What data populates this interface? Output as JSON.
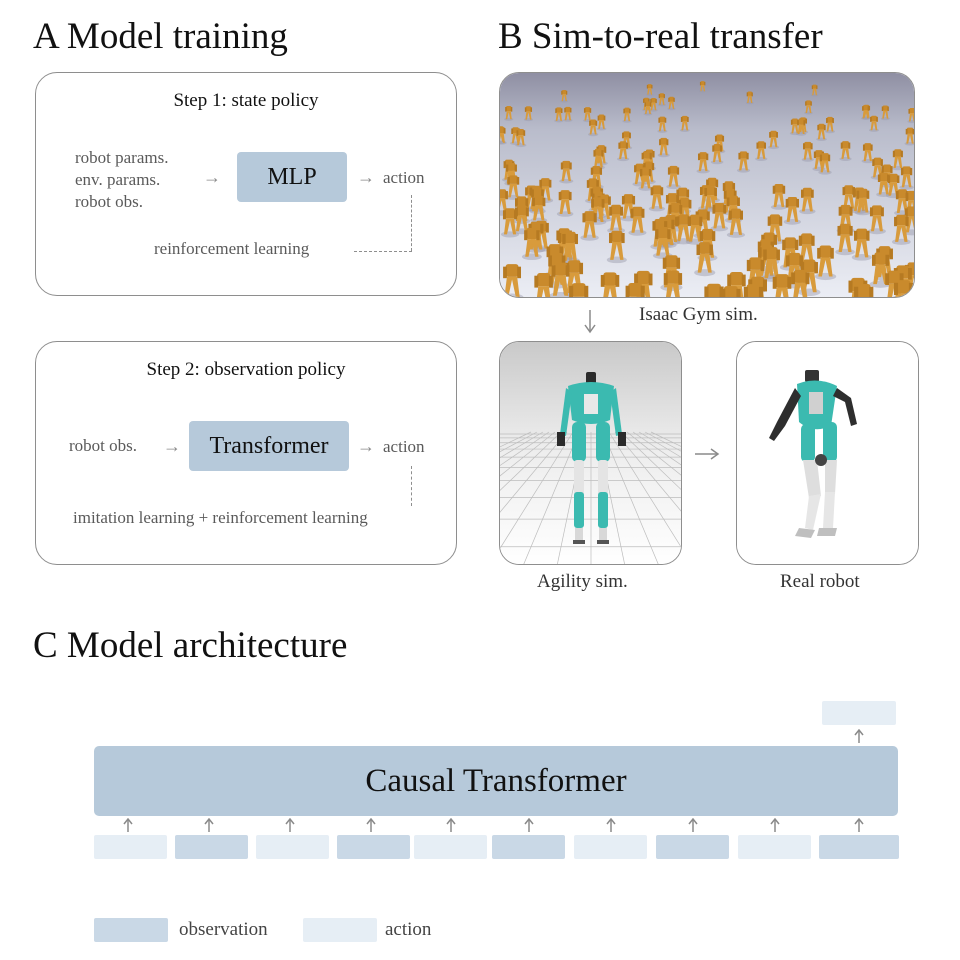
{
  "sectionA": {
    "title": "A Model training",
    "step1": {
      "title": "Step 1: state policy",
      "inputs": [
        "robot params.",
        "env. params.",
        "robot obs."
      ],
      "model": "MLP",
      "output": "action",
      "learning": "reinforcement learning"
    },
    "step2": {
      "title": "Step 2: observation policy",
      "input": "robot obs.",
      "model": "Transformer",
      "output": "action",
      "learning": "imitation learning + reinforcement learning"
    }
  },
  "sectionB": {
    "title": "B Sim-to-real transfer",
    "isaac_caption": "Isaac Gym sim.",
    "agility_caption": "Agility sim.",
    "real_caption": "Real robot"
  },
  "sectionC": {
    "title": "C Model architecture",
    "transformer_label": "Causal Transformer",
    "tokens": [
      "action",
      "observation",
      "action",
      "observation",
      "action",
      "observation",
      "action",
      "observation",
      "action",
      "observation"
    ],
    "legend": {
      "observation": "observation",
      "action": "action"
    }
  },
  "colors": {
    "model_box": "#b6c9da",
    "observation_token": "#c9d8e6",
    "action_token": "#e6eef5",
    "robot_teal": "#3bbab0",
    "robot_orange": "#d59a3a"
  }
}
